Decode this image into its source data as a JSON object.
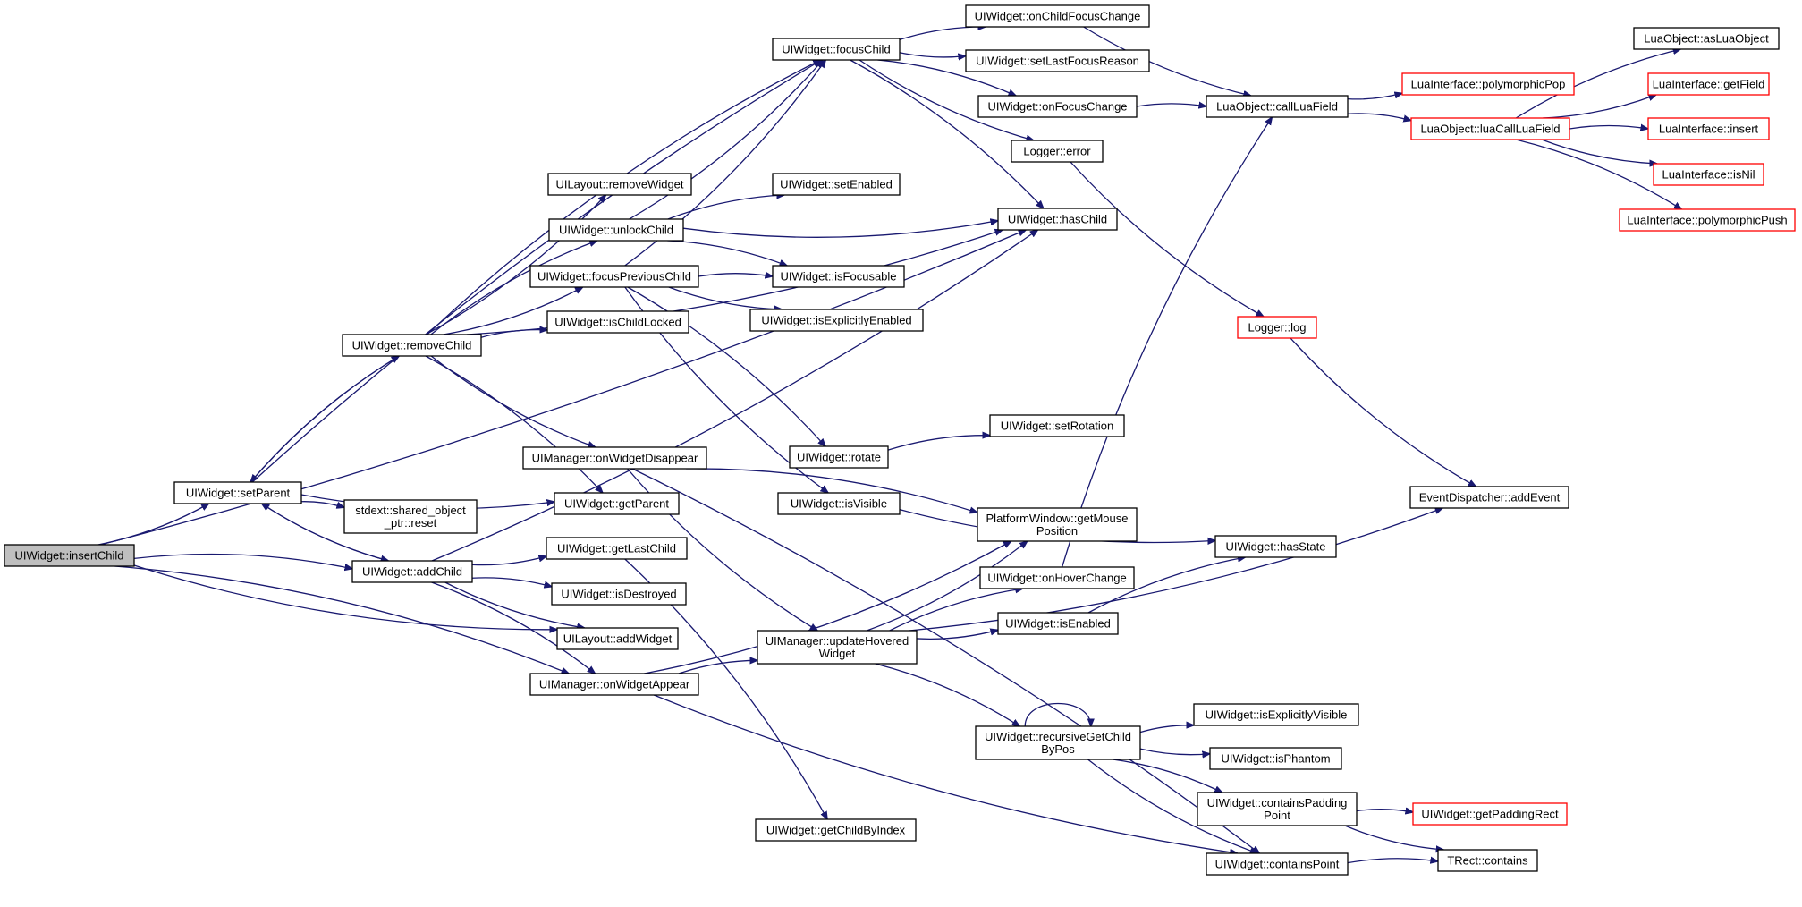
{
  "colors": {
    "edge": "#191970",
    "node_border": "#000000",
    "node_border_external": "#ff0000",
    "node_fill": "#ffffff",
    "root_fill": "#bfbfbf"
  },
  "nodes": {
    "insertChild": {
      "lines": [
        "UIWidget::insertChild"
      ],
      "style": "root"
    },
    "setParent": {
      "lines": [
        "UIWidget::setParent"
      ],
      "style": "normal"
    },
    "removeChild": {
      "lines": [
        "UIWidget::removeChild"
      ],
      "style": "normal"
    },
    "addChild": {
      "lines": [
        "UIWidget::addChild"
      ],
      "style": "normal"
    },
    "sharedReset": {
      "lines": [
        "stdext::shared_object",
        "_ptr::reset"
      ],
      "style": "normal"
    },
    "focusChild": {
      "lines": [
        "UIWidget::focusChild"
      ],
      "style": "normal"
    },
    "layoutRemoveWidget": {
      "lines": [
        "UILayout::removeWidget"
      ],
      "style": "normal"
    },
    "unlockChild": {
      "lines": [
        "UIWidget::unlockChild"
      ],
      "style": "normal"
    },
    "focusPreviousChild": {
      "lines": [
        "UIWidget::focusPreviousChild"
      ],
      "style": "normal"
    },
    "isChildLocked": {
      "lines": [
        "UIWidget::isChildLocked"
      ],
      "style": "normal"
    },
    "onWidgetDisappear": {
      "lines": [
        "UIManager::onWidgetDisappear"
      ],
      "style": "normal"
    },
    "getParent": {
      "lines": [
        "UIWidget::getParent"
      ],
      "style": "normal"
    },
    "getLastChild": {
      "lines": [
        "UIWidget::getLastChild"
      ],
      "style": "normal"
    },
    "isDestroyed": {
      "lines": [
        "UIWidget::isDestroyed"
      ],
      "style": "normal"
    },
    "layoutAddWidget": {
      "lines": [
        "UILayout::addWidget"
      ],
      "style": "normal"
    },
    "onWidgetAppear": {
      "lines": [
        "UIManager::onWidgetAppear"
      ],
      "style": "normal"
    },
    "onChildFocusChange": {
      "lines": [
        "UIWidget::onChildFocusChange"
      ],
      "style": "normal"
    },
    "setLastFocusReason": {
      "lines": [
        "UIWidget::setLastFocusReason"
      ],
      "style": "normal"
    },
    "onFocusChange": {
      "lines": [
        "UIWidget::onFocusChange"
      ],
      "style": "normal"
    },
    "loggerError": {
      "lines": [
        "Logger::error"
      ],
      "style": "normal"
    },
    "setEnabled": {
      "lines": [
        "UIWidget::setEnabled"
      ],
      "style": "normal"
    },
    "hasChild": {
      "lines": [
        "UIWidget::hasChild"
      ],
      "style": "normal"
    },
    "isFocusable": {
      "lines": [
        "UIWidget::isFocusable"
      ],
      "style": "normal"
    },
    "isExplicitlyEnabled": {
      "lines": [
        "UIWidget::isExplicitlyEnabled"
      ],
      "style": "normal"
    },
    "rotate": {
      "lines": [
        "UIWidget::rotate"
      ],
      "style": "normal"
    },
    "setRotation": {
      "lines": [
        "UIWidget::setRotation"
      ],
      "style": "normal"
    },
    "isVisible": {
      "lines": [
        "UIWidget::isVisible"
      ],
      "style": "normal"
    },
    "getMousePosition": {
      "lines": [
        "PlatformWindow::getMouse",
        "Position"
      ],
      "style": "normal"
    },
    "onHoverChange": {
      "lines": [
        "UIWidget::onHoverChange"
      ],
      "style": "normal"
    },
    "updateHoveredWidget": {
      "lines": [
        "UIManager::updateHovered",
        "Widget"
      ],
      "style": "normal"
    },
    "isEnabled": {
      "lines": [
        "UIWidget::isEnabled"
      ],
      "style": "normal"
    },
    "recursiveGetChildByPos": {
      "lines": [
        "UIWidget::recursiveGetChild",
        "ByPos"
      ],
      "style": "normal"
    },
    "getChildByIndex": {
      "lines": [
        "UIWidget::getChildByIndex"
      ],
      "style": "normal"
    },
    "callLuaField": {
      "lines": [
        "LuaObject::callLuaField"
      ],
      "style": "normal"
    },
    "hasState": {
      "lines": [
        "UIWidget::hasState"
      ],
      "style": "normal"
    },
    "isExplicitlyVisible": {
      "lines": [
        "UIWidget::isExplicitlyVisible"
      ],
      "style": "normal"
    },
    "isPhantom": {
      "lines": [
        "UIWidget::isPhantom"
      ],
      "style": "normal"
    },
    "containsPaddingPoint": {
      "lines": [
        "UIWidget::containsPadding",
        "Point"
      ],
      "style": "normal"
    },
    "containsPoint": {
      "lines": [
        "UIWidget::containsPoint"
      ],
      "style": "normal"
    },
    "loggerLog": {
      "lines": [
        "Logger::log"
      ],
      "style": "external"
    },
    "polymorphicPop": {
      "lines": [
        "LuaInterface::polymorphicPop"
      ],
      "style": "external"
    },
    "luaCallLuaField": {
      "lines": [
        "LuaObject::luaCallLuaField"
      ],
      "style": "external"
    },
    "addEvent": {
      "lines": [
        "EventDispatcher::addEvent"
      ],
      "style": "normal"
    },
    "getPaddingRect": {
      "lines": [
        "UIWidget::getPaddingRect"
      ],
      "style": "external"
    },
    "rectContains": {
      "lines": [
        "TRect::contains"
      ],
      "style": "normal"
    },
    "asLuaObject": {
      "lines": [
        "LuaObject::asLuaObject"
      ],
      "style": "normal"
    },
    "getField": {
      "lines": [
        "LuaInterface::getField"
      ],
      "style": "external"
    },
    "luaInsert": {
      "lines": [
        "LuaInterface::insert"
      ],
      "style": "external"
    },
    "isNil": {
      "lines": [
        "LuaInterface::isNil"
      ],
      "style": "external"
    },
    "polymorphicPush": {
      "lines": [
        "LuaInterface::polymorphicPush"
      ],
      "style": "external"
    }
  },
  "edges": [
    [
      "insertChild",
      "setParent"
    ],
    [
      "insertChild",
      "addChild"
    ],
    [
      "insertChild",
      "layoutAddWidget"
    ],
    [
      "insertChild",
      "onWidgetAppear"
    ],
    [
      "insertChild",
      "hasChild"
    ],
    [
      "setParent",
      "removeChild"
    ],
    [
      "setParent",
      "addChild"
    ],
    [
      "setParent",
      "sharedReset"
    ],
    [
      "setParent",
      "getParent"
    ],
    [
      "setParent",
      "focusChild"
    ],
    [
      "removeChild",
      "setParent"
    ],
    [
      "removeChild",
      "focusChild"
    ],
    [
      "removeChild",
      "layoutRemoveWidget"
    ],
    [
      "removeChild",
      "unlockChild"
    ],
    [
      "removeChild",
      "focusPreviousChild"
    ],
    [
      "removeChild",
      "isChildLocked"
    ],
    [
      "removeChild",
      "onWidgetDisappear"
    ],
    [
      "removeChild",
      "getParent"
    ],
    [
      "removeChild",
      "hasChild"
    ],
    [
      "addChild",
      "setParent"
    ],
    [
      "addChild",
      "getLastChild"
    ],
    [
      "addChild",
      "isDestroyed"
    ],
    [
      "addChild",
      "layoutAddWidget"
    ],
    [
      "addChild",
      "onWidgetAppear"
    ],
    [
      "addChild",
      "hasChild"
    ],
    [
      "focusChild",
      "onChildFocusChange"
    ],
    [
      "focusChild",
      "setLastFocusReason"
    ],
    [
      "focusChild",
      "onFocusChange"
    ],
    [
      "focusChild",
      "loggerError"
    ],
    [
      "focusChild",
      "hasChild"
    ],
    [
      "unlockChild",
      "focusChild"
    ],
    [
      "unlockChild",
      "setEnabled"
    ],
    [
      "unlockChild",
      "hasChild"
    ],
    [
      "unlockChild",
      "isFocusable"
    ],
    [
      "focusPreviousChild",
      "focusChild"
    ],
    [
      "focusPreviousChild",
      "isFocusable"
    ],
    [
      "focusPreviousChild",
      "isExplicitlyEnabled"
    ],
    [
      "focusPreviousChild",
      "rotate"
    ],
    [
      "focusPreviousChild",
      "isVisible"
    ],
    [
      "onWidgetDisappear",
      "getMousePosition"
    ],
    [
      "onWidgetDisappear",
      "updateHoveredWidget"
    ],
    [
      "onWidgetDisappear",
      "containsPoint"
    ],
    [
      "onWidgetAppear",
      "getMousePosition"
    ],
    [
      "onWidgetAppear",
      "updateHoveredWidget"
    ],
    [
      "onWidgetAppear",
      "containsPoint"
    ],
    [
      "getLastChild",
      "getChildByIndex"
    ],
    [
      "onChildFocusChange",
      "callLuaField"
    ],
    [
      "onFocusChange",
      "callLuaField"
    ],
    [
      "loggerError",
      "loggerLog"
    ],
    [
      "rotate",
      "setRotation"
    ],
    [
      "isVisible",
      "hasState"
    ],
    [
      "onHoverChange",
      "callLuaField"
    ],
    [
      "updateHoveredWidget",
      "getMousePosition"
    ],
    [
      "updateHoveredWidget",
      "onHoverChange"
    ],
    [
      "updateHoveredWidget",
      "isEnabled"
    ],
    [
      "updateHoveredWidget",
      "recursiveGetChildByPos"
    ],
    [
      "updateHoveredWidget",
      "addEvent"
    ],
    [
      "isEnabled",
      "hasState"
    ],
    [
      "recursiveGetChildByPos",
      "recursiveGetChildByPos"
    ],
    [
      "recursiveGetChildByPos",
      "isExplicitlyVisible"
    ],
    [
      "recursiveGetChildByPos",
      "isPhantom"
    ],
    [
      "recursiveGetChildByPos",
      "containsPaddingPoint"
    ],
    [
      "recursiveGetChildByPos",
      "containsPoint"
    ],
    [
      "containsPaddingPoint",
      "getPaddingRect"
    ],
    [
      "containsPaddingPoint",
      "rectContains"
    ],
    [
      "containsPoint",
      "rectContains"
    ],
    [
      "callLuaField",
      "polymorphicPop"
    ],
    [
      "callLuaField",
      "luaCallLuaField"
    ],
    [
      "loggerLog",
      "addEvent"
    ],
    [
      "luaCallLuaField",
      "asLuaObject"
    ],
    [
      "luaCallLuaField",
      "getField"
    ],
    [
      "luaCallLuaField",
      "luaInsert"
    ],
    [
      "luaCallLuaField",
      "isNil"
    ],
    [
      "luaCallLuaField",
      "polymorphicPush"
    ]
  ]
}
